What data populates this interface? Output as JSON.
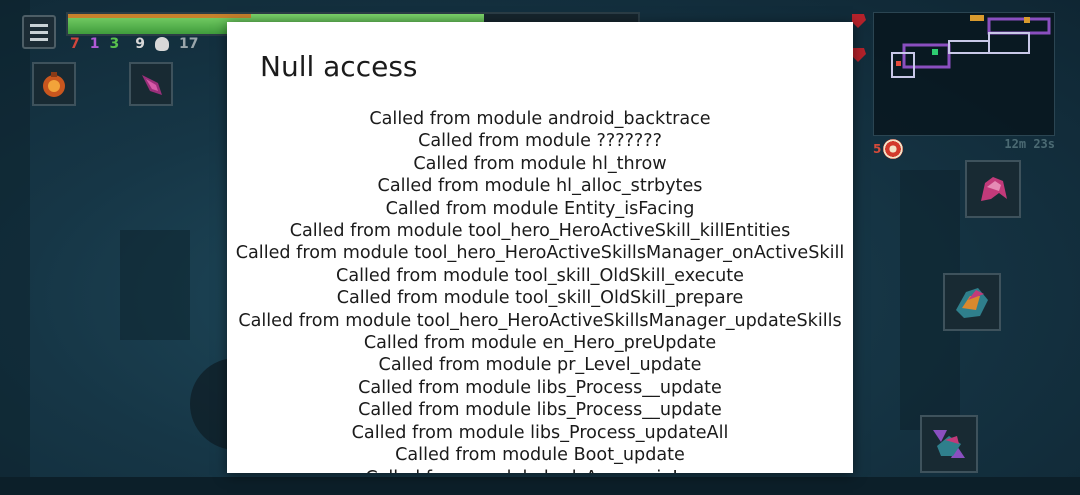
{
  "dialog": {
    "title": "Null access",
    "lines": [
      "Called from module android_backtrace",
      "Called from module ???????",
      "Called from module hl_throw",
      "Called from module hl_alloc_strbytes",
      "Called from module Entity_isFacing",
      "Called from module tool_hero_HeroActiveSkill_killEntities",
      "Called from module tool_hero_HeroActiveSkillsManager_onActiveSkill",
      "Called from module tool_skill_OldSkill_execute",
      "Called from module tool_skill_OldSkill_prepare",
      "Called from module tool_hero_HeroActiveSkillsManager_updateSkills",
      "Called from module en_Hero_preUpdate",
      "Called from module pr_Level_update",
      "Called from module libs_Process__update",
      "Called from module libs_Process__update",
      "Called from module libs_Process_updateAll",
      "Called from module Boot_update",
      "Called from module hxd_App_mainLoop"
    ]
  },
  "hud": {
    "menu_icon": "hamburger-menu-icon",
    "health_fraction": 0.73,
    "stats": [
      {
        "value": "7",
        "color": "#d1463c"
      },
      {
        "value": "1",
        "color": "#b05ad6"
      },
      {
        "value": "3",
        "color": "#59c24d"
      },
      {
        "value": "9",
        "color": "#d8d8d8"
      },
      {
        "value": "17",
        "color": "#9aa6ab"
      }
    ],
    "timer": "12m 23s",
    "target_count": "5",
    "skill_icons": [
      "fire-grenade-icon",
      "magic-missile-icon",
      "pink-creature-skill-icon",
      "whirl-skill-icon",
      "swap-skill-icon"
    ]
  },
  "colors": {
    "health": "#5cbf4f",
    "health_overlay": "#c7812c",
    "dialog_bg": "#ffffff",
    "dialog_text": "#1b1b1b"
  }
}
